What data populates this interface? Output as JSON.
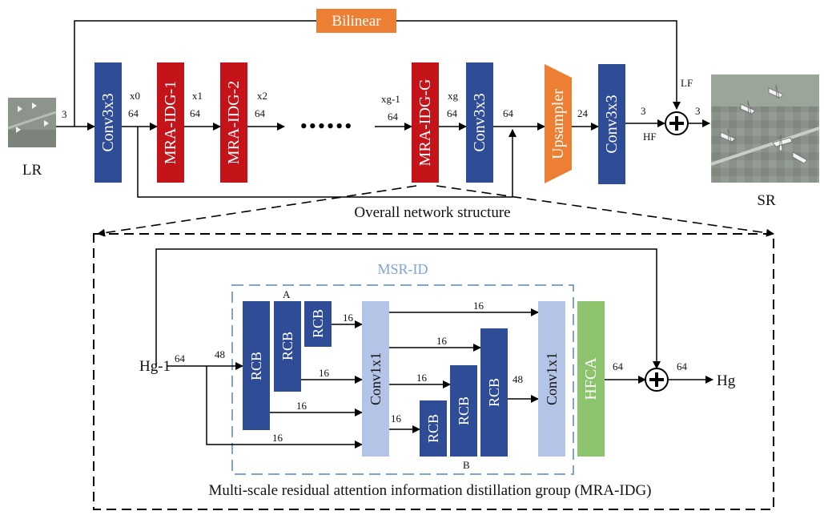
{
  "top": {
    "bilinear": "Bilinear",
    "lr": "LR",
    "sr": "SR",
    "conv_in": "Conv3x3",
    "mra_1": "MRA-IDG-1",
    "mra_2": "MRA-IDG-2",
    "mra_g": "MRA-IDG-G",
    "conv_mid": "Conv3x3",
    "upsampler": "Upsampler",
    "conv_out": "Conv3x3",
    "dots": "••••••",
    "caption": "Overall network structure",
    "n3_in": "3",
    "x0": "x0",
    "x1": "x1",
    "x2": "x2",
    "xg1": "xg-1",
    "xg": "xg",
    "c64_0": "64",
    "c64_1": "64",
    "c64_2": "64",
    "c64_g1": "64",
    "c64_g": "64",
    "c64_mid": "64",
    "c24": "24",
    "n3_hf": "3",
    "hf": "HF",
    "lf": "LF",
    "n3_out": "3"
  },
  "detail": {
    "msr_title": "MSR-ID",
    "hg1": "Hg-1",
    "hg": "Hg",
    "rcb": "RCB",
    "conv1x1": "Conv1x1",
    "hfca": "HFCA",
    "a": "A",
    "b": "B",
    "c64_in": "64",
    "c48_in": "48",
    "c16_a": "16",
    "c16_b": "16",
    "c16_c": "16",
    "c16_d": "16",
    "c16_e": "16",
    "c16_f": "16",
    "c16_g": "16",
    "c48_mid": "48",
    "c64_hfca": "64",
    "c64_out": "64",
    "caption": "Multi-scale residual attention information distillation group (MRA-IDG)"
  },
  "colors": {
    "navy": "#2f4d96",
    "red": "#c4141a",
    "orange": "#ec7f33",
    "light_blue": "#b3c4e6",
    "green": "#8cc46d",
    "dash_blue": "#7fa3d4"
  }
}
